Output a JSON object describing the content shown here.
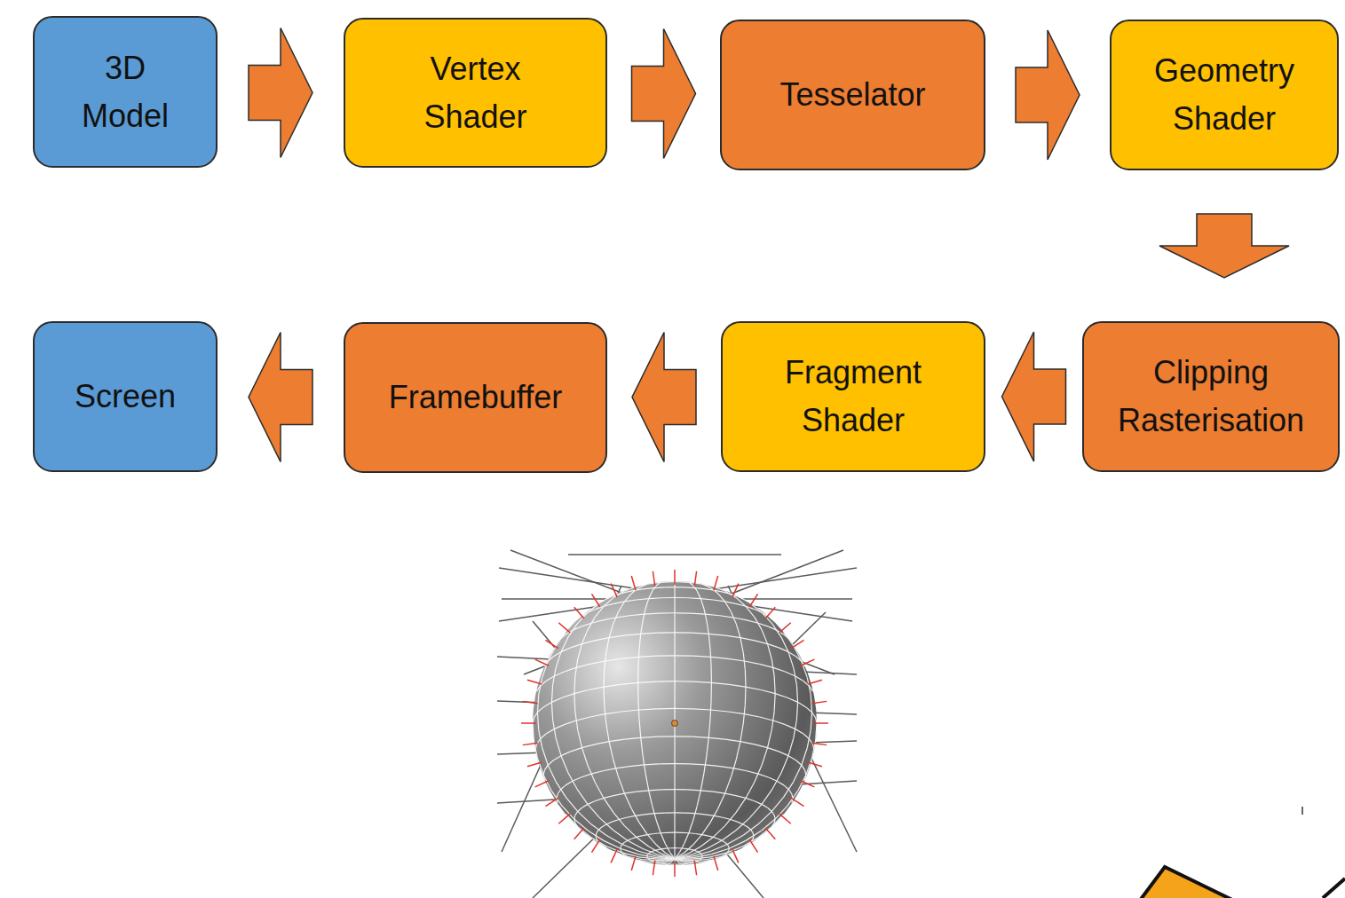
{
  "diagram": {
    "nodes": [
      {
        "text": [
          "3D Model"
        ]
      },
      {
        "text": [
          "Vertex Shader"
        ]
      },
      {
        "text": [
          "Tesselator"
        ]
      },
      {
        "text": [
          "Geometry Shader"
        ]
      },
      {
        "text": [
          "Screen"
        ]
      },
      {
        "text": [
          "Framebuffer"
        ]
      },
      {
        "text": [
          "Fragment Shader"
        ]
      },
      {
        "text": [
          "Clipping Rasterisation"
        ]
      }
    ],
    "edges": [
      {
        "from": 0,
        "to": 1,
        "arrow": "to"
      },
      {
        "from": 1,
        "to": 2,
        "arrow": "to"
      },
      {
        "from": 2,
        "to": 3,
        "arrow": "to"
      },
      {
        "from": 3,
        "to": 7,
        "arrow": "to"
      },
      {
        "from": 7,
        "to": 6,
        "arrow": "to"
      },
      {
        "from": 6,
        "to": 5,
        "arrow": "to"
      },
      {
        "from": 5,
        "to": 4,
        "arrow": "to"
      }
    ]
  }
}
